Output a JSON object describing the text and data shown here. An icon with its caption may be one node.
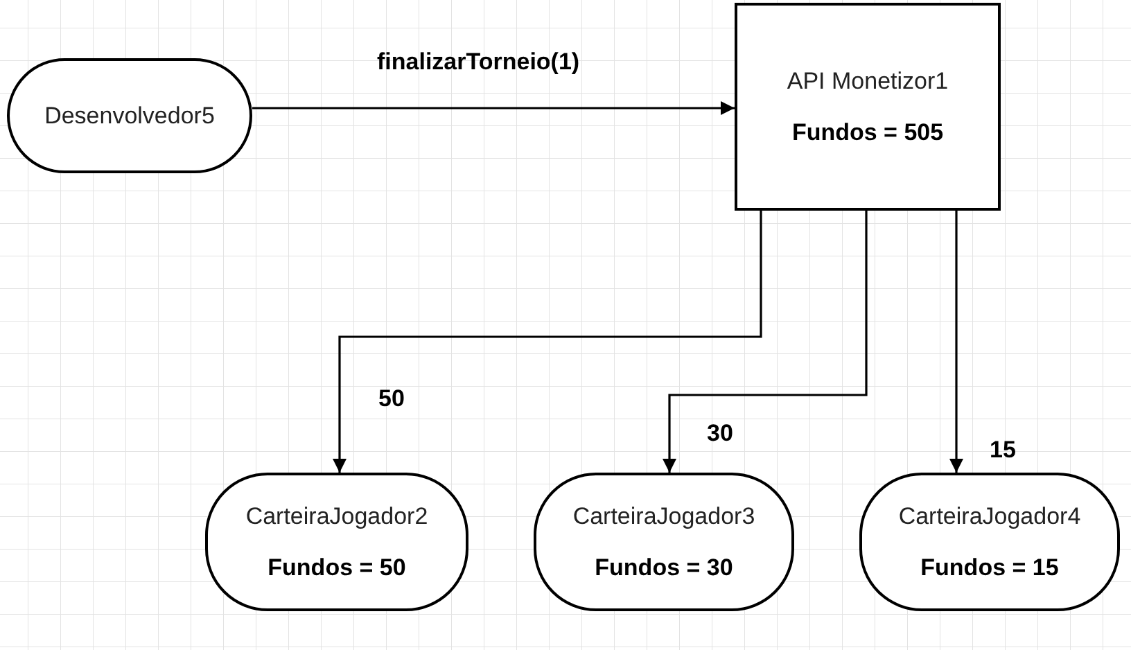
{
  "diagram": {
    "nodes": [
      {
        "text": [
          "Desenvolvedor5"
        ]
      },
      {
        "text": [
          "API Monetizor1",
          "Fundos = 505"
        ]
      },
      {
        "text": [
          "CarteiraJogador2",
          "Fundos = 50"
        ]
      },
      {
        "text": [
          "CarteiraJogador3",
          "Fundos = 30"
        ]
      },
      {
        "text": [
          "CarteiraJogador4",
          "Fundos = 15"
        ]
      }
    ],
    "edges": [
      {
        "from": 0,
        "to": 1,
        "arrow": "to",
        "label": "finalizarTorneio(1)"
      },
      {
        "from": 1,
        "to": 2,
        "arrow": "to",
        "label": "50"
      },
      {
        "from": 1,
        "to": 3,
        "arrow": "to",
        "label": "30"
      },
      {
        "from": 1,
        "to": 4,
        "arrow": "to",
        "label": "15"
      }
    ]
  }
}
